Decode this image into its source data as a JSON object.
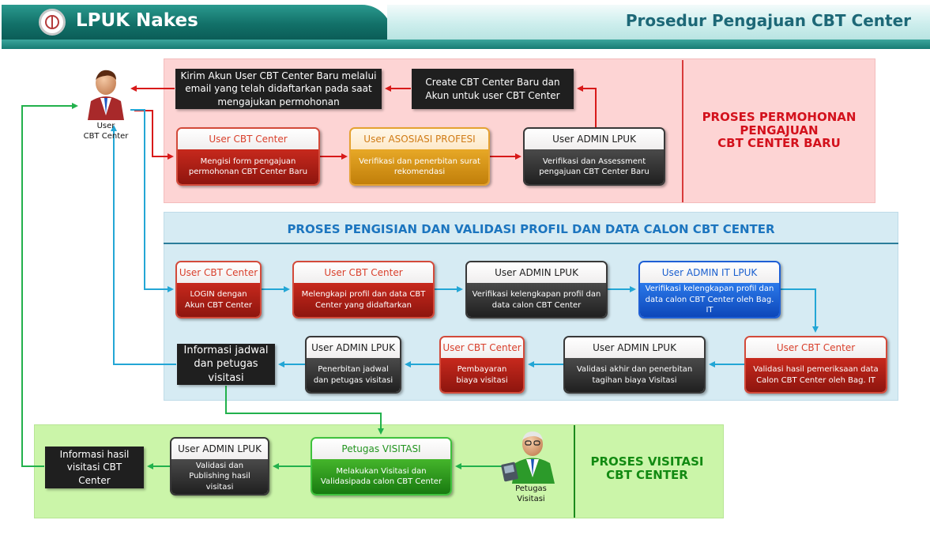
{
  "header": {
    "app_title": "LPUK Nakes",
    "page_title": "Prosedur Pengajuan CBT Center"
  },
  "sections": {
    "pengajuan": "PROSES PERMOHONAN\nPENGAJUAN\nCBT CENTER BARU",
    "pengisian": "PROSES PENGISIAN DAN VALIDASI PROFIL DAN DATA CALON CBT CENTER",
    "visitasi": "PROSES VISITASI\nCBT CENTER"
  },
  "actors": {
    "user": "User\nCBT Center",
    "petugas": "Petugas\nVisitasi"
  },
  "notes": {
    "kirim_akun": "Kirim Akun User CBT Center Baru melalui email yang telah didaftarkan pada saat mengajukan permohonan",
    "create_cbt": "Create CBT Center Baru dan Akun untuk user CBT Center",
    "info_jadwal": "Informasi jadwal dan petugas visitasi",
    "info_hasil": "Informasi hasil visitasi CBT Center"
  },
  "steps": {
    "p1": {
      "role": "User CBT Center",
      "text": "Mengisi form pengajuan permohonan CBT Center Baru"
    },
    "p2": {
      "role": "User ASOSIASI PROFESI",
      "text": "Verifikasi dan penerbitan surat rekomendasi"
    },
    "p3": {
      "role": "User ADMIN LPUK",
      "text": "Verifikasi dan Assessment pengajuan CBT Center Baru"
    },
    "b1": {
      "role": "User CBT Center",
      "text": "LOGIN dengan Akun CBT Center"
    },
    "b2": {
      "role": "User CBT Center",
      "text": "Melengkapi profil dan data CBT Center yang didaftarkan"
    },
    "b3": {
      "role": "User ADMIN LPUK",
      "text": "Verifikasi kelengkapan profil dan data calon CBT Center"
    },
    "b4": {
      "role": "User ADMIN IT LPUK",
      "text": "Verifikasi kelengkapan profil dan data calon CBT Center oleh Bag. IT"
    },
    "b5": {
      "role": "User CBT Center",
      "text": "Validasi hasil pemeriksaan data Calon CBT Center oleh Bag. IT"
    },
    "b6": {
      "role": "User ADMIN LPUK",
      "text": "Validasi akhir dan penerbitan tagihan biaya Visitasi"
    },
    "b7": {
      "role": "User CBT Center",
      "text": "Pembayaran biaya visitasi"
    },
    "b8": {
      "role": "User ADMIN LPUK",
      "text": "Penerbitan jadwal dan petugas visitasi"
    },
    "g1": {
      "role": "Petugas VISITASI",
      "text": "Melakukan Visitasi dan Validasipada calon CBT Center"
    },
    "g2": {
      "role": "User ADMIN LPUK",
      "text": "Validasi dan Publishing hasil visitasi"
    }
  },
  "colors": {
    "header_teal": "#127169",
    "pink_zone": "#fdd4d4",
    "blue_zone": "#d6ebf3",
    "green_zone": "#cbf5a9",
    "arrow_red": "#d81a1a",
    "arrow_blue": "#23a6d5",
    "arrow_green": "#22b14c"
  }
}
